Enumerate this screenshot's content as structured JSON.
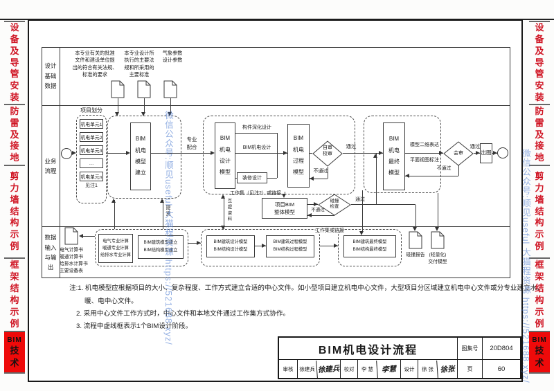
{
  "watermark": {
    "text": "微信公众号:顺见useful 大猫程资源 https://521688.xyz/"
  },
  "sidebar": {
    "tabs": [
      "设\n备\n及\n导\n管\n安\n装",
      "防\n雷\n及\n接\n地",
      "剪\n力\n墙\n结\n构\n示\n例",
      "框\n架\n结\n构\n示\n例"
    ],
    "bim_latin": "BIM",
    "bim_cjk": "技\n术"
  },
  "lanes": {
    "design_data": "设计\n基础\n数据",
    "business": "业务\n流程",
    "io": "数据\n输入\n与输\n出"
  },
  "top_inputs": {
    "block1": "本专业有关的批准\n文件和建设单位提\n出的符合有关法规、\n标准的要求",
    "block2": "本专业设计所\n执行的主要法\n规和所采用的\n主要标准",
    "block3": "气象参数\n设计参数"
  },
  "flow": {
    "project_split": "项目划分",
    "units": [
      "机电单元1",
      "机电单元2",
      "机电单元3",
      "…",
      "机电单元n"
    ],
    "see_note1": "见注1",
    "stage_build": "BIM\n机电\n模型\n建立",
    "coop": "专业\n配合",
    "stage_design": "BIM\n机电\n设计\n模型",
    "branch_deepen": "构件深化设计",
    "branch_mep": "BIM机电设计",
    "branch_decor": "装修设计",
    "workset_note2": "工作集（见注2）或链接",
    "stage_process": "BIM\n机电\n过程\n模型",
    "diamond_self": "自审\n校审",
    "pass": "通过",
    "fail": "不通过",
    "stage_final": "BIM\n机电\n最终\n模型",
    "anno_2d": "模型二维表达",
    "anno_plan": "平面视图标注",
    "diamond_joint": "会审",
    "plot": "出图",
    "project_model": "项目BIM\n整体模型",
    "diamond_clash": "碰撞\n检查",
    "workset_link": "工作集或链接",
    "mutual": "互\n提\n资\n料",
    "tizi": "提\n资"
  },
  "io_lane": {
    "doc_calc": "电气计算书\n暖通计算书\n给排水计算书\n主要设备表",
    "calc_box": "电气专业计算\n暖通专业计算\n给排水专业计算",
    "build_box": "BIM建筑模型建立\nBIM结构模型建立",
    "design_box": "BIM建筑设计模型\nBIM结构设计模型",
    "process_box": "BIM建筑过程模型\nBIM结构过程模型",
    "final_box": "BIM建筑最终模型\nBIM结构最终模型",
    "doc_clash": "碰撞报告",
    "doc_delivery": "(轻量化)\n交付模型"
  },
  "notes": {
    "l1": "注:1. 机电模型应根据项目的大小、复杂程度、工作方式建立合适的中心文件。如小型项目建立机电中心文件，大型项目分区域建立机电中心文件或分专业建立水、",
    "l2": "暖、电中心文件。",
    "l3": "2. 采用中心文件工作方式时，中心文件和本地文件通过工作集方式协作。",
    "l4": "3. 流程中虚线框表示1个BIM设计阶段。"
  },
  "title_block": {
    "title": "BIM机电设计流程",
    "atlas_label": "图集号",
    "atlas_no": "20D804",
    "page_label": "页",
    "page_no": "60",
    "audit_label": "审核",
    "audit_name": "徐建兵",
    "audit_sig": "徐建兵",
    "proof_label": "校对",
    "proof_name": "李 慧",
    "proof_sig": "李慧",
    "design_label": "设计",
    "design_name": "徐 张",
    "design_sig": "徐张"
  }
}
